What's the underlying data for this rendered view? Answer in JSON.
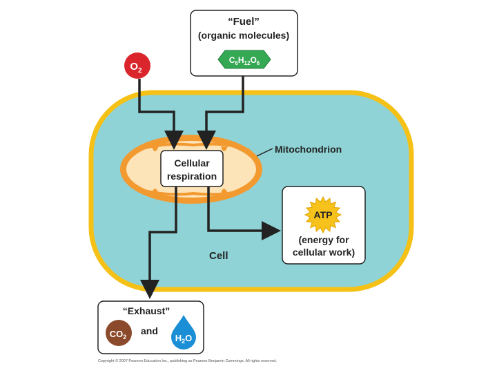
{
  "fuel": {
    "title": "“Fuel”",
    "subtitle": "(organic molecules)",
    "molecule": {
      "c": "C",
      "c_sub": "6",
      "h": "H",
      "h_sub": "12",
      "o": "O",
      "o_sub": "6"
    }
  },
  "oxygen": {
    "symbol": "O",
    "sub": "2"
  },
  "cellular_respiration": {
    "line1": "Cellular",
    "line2": "respiration"
  },
  "mitochondrion_label": "Mitochondrion",
  "cell_label": "Cell",
  "atp": {
    "label": "ATP",
    "line1": "(energy for",
    "line2": "cellular work)"
  },
  "exhaust": {
    "title": "“Exhaust”",
    "and": "and",
    "co2": {
      "symbol": "CO",
      "sub": "2"
    },
    "h2o": {
      "h": "H",
      "sub": "2",
      "o": "O"
    }
  },
  "copyright": "Copyright © 2007 Pearson Education Inc., publishing as Pearson Benjamin Cummings. All rights reserved.",
  "colors": {
    "cell_fill": "#8fd3d6",
    "cell_border": "#f5c116",
    "mito_outer": "#f29a30",
    "mito_inner": "#fde3b8",
    "oxygen": "#d9252b",
    "glucose": "#34a853",
    "atp": "#f6c21b",
    "co2": "#8b4a2b",
    "h2o": "#1b8fd6"
  }
}
